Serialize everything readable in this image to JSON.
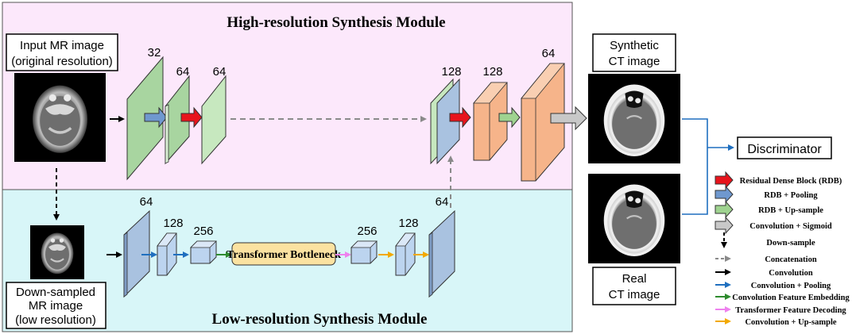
{
  "modules": {
    "high_res_title": "High-resolution Synthesis Module",
    "low_res_title": "Low-resolution Synthesis Module"
  },
  "images": {
    "input_label_line1": "Input MR image",
    "input_label_line2": "(original resolution)",
    "downsampled_label_line1": "Down-sampled",
    "downsampled_label_line2": "MR image",
    "downsampled_label_line3": "(low resolution)",
    "synthetic_label_line1": "Synthetic",
    "synthetic_label_line2": "CT image",
    "real_label_line1": "Real",
    "real_label_line2": "CT image"
  },
  "channels": {
    "hr_1": "32",
    "hr_2": "64",
    "hr_3": "64",
    "hr_4": "128",
    "hr_5": "128",
    "hr_6": "64",
    "lr_1": "64",
    "lr_2": "128",
    "lr_3": "256",
    "lr_4": "256",
    "lr_5": "128",
    "lr_6": "64"
  },
  "bottleneck_label": "Transformer Bottleneck",
  "discriminator_label": "Discriminator",
  "legend": [
    {
      "label": "Residual Dense Block (RDB)",
      "color": "#e8141c",
      "kind": "block"
    },
    {
      "label": "RDB + Pooling",
      "color": "#6f98cf",
      "kind": "block"
    },
    {
      "label": "RDB + Up-sample",
      "color": "#9fd390",
      "kind": "block"
    },
    {
      "label": "Convolution + Sigmoid",
      "color": "#c8c8c8",
      "kind": "block"
    },
    {
      "label": "Down-sample",
      "color": "#000000",
      "kind": "dashed-vertical"
    },
    {
      "label": "Concatenation",
      "color": "#8a8a8a",
      "kind": "dashed"
    },
    {
      "label": "Convolution",
      "color": "#000000",
      "kind": "solid"
    },
    {
      "label": "Convolution + Pooling",
      "color": "#1f6fbf",
      "kind": "solid"
    },
    {
      "label": "Convolution Feature Embedding",
      "color": "#2e8b2e",
      "kind": "solid"
    },
    {
      "label": "Transformer Feature Decoding",
      "color": "#ee82ee",
      "kind": "solid"
    },
    {
      "label": "Convolution + Up-sample",
      "color": "#f2a900",
      "kind": "solid"
    }
  ],
  "colors": {
    "high_res_bg": "#fce8fb",
    "low_res_bg": "#d8f6f8",
    "green_block": "#a8d5a0",
    "blue_block": "#a9c2e0",
    "orange_block": "#f6b48a",
    "bottleneck_fill": "#fbe2a1",
    "discriminator_line": "#1f6fbf"
  }
}
